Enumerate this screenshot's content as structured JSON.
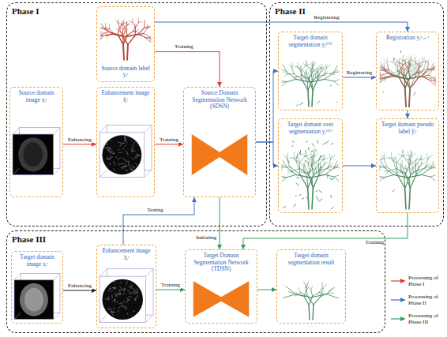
{
  "diagram": {
    "nodes": [
      {
        "text": [
          "Phase I"
        ]
      },
      {
        "text": [
          "Phase II"
        ]
      },
      {
        "text": [
          "Phase III"
        ]
      },
      {
        "text": [
          "Source domain label yᵢˢ"
        ],
        "in": 0
      },
      {
        "text": [
          "Source domain image xᵢˢ"
        ],
        "in": 0
      },
      {
        "text": [
          "Enhancement image x̃ᵢˢ"
        ],
        "in": 0
      },
      {
        "text": [
          "Source Domain Segmentation Network (SDSN)"
        ],
        "in": 0
      },
      {
        "text": [
          "Target domain segmentation yᵢᵗ⁽⁰⁾"
        ],
        "in": 1
      },
      {
        "text": [
          "Registration yᵢˢ→ᵗ"
        ],
        "in": 1
      },
      {
        "text": [
          "Target domain over segmentation yᵢᵗ⁽¹⁾"
        ],
        "in": 1
      },
      {
        "text": [
          "Target domain pseudo label ŷᵢᵗ"
        ],
        "in": 1
      },
      {
        "text": [
          "Target domain image xᵢᵗ"
        ],
        "in": 2
      },
      {
        "text": [
          "Enhancement image x̃ᵢᵗ"
        ],
        "in": 2
      },
      {
        "text": [
          "Target Domain Segmentation Network (TDSN)"
        ],
        "in": 2
      },
      {
        "text": [
          "Target domain segmentation result"
        ],
        "in": 2
      }
    ],
    "edges": [
      {
        "from": 4,
        "to": 5,
        "label": "Enhancing",
        "arrow": "to"
      },
      {
        "from": 5,
        "to": 6,
        "label": "Training",
        "arrow": "to"
      },
      {
        "from": 3,
        "to": 6,
        "label": "Training",
        "arrow": "to"
      },
      {
        "from": 3,
        "to": 8,
        "label": "Registering",
        "arrow": "to"
      },
      {
        "from": 6,
        "to": 7,
        "arrow": "to"
      },
      {
        "from": 6,
        "to": 9,
        "arrow": "to"
      },
      {
        "from": 7,
        "to": 8,
        "label": "Registering",
        "arrow": "to"
      },
      {
        "from": 8,
        "to": 10,
        "arrow": "to"
      },
      {
        "from": 9,
        "to": 10,
        "arrow": "to"
      },
      {
        "from": 6,
        "to": 13,
        "label": "Initiating",
        "arrow": "to"
      },
      {
        "from": 10,
        "to": 13,
        "label": "Training",
        "arrow": "to"
      },
      {
        "from": 11,
        "to": 12,
        "label": "Enhancing",
        "arrow": "to"
      },
      {
        "from": 12,
        "to": 13,
        "label": "Training",
        "arrow": "to"
      },
      {
        "from": 13,
        "to": 14,
        "arrow": "to"
      },
      {
        "from": 12,
        "to": 6,
        "label": "Testing",
        "arrow": "to"
      }
    ],
    "legend": [
      {
        "text": "Processing of Phase I",
        "color": "#e0392b"
      },
      {
        "text": "Processing of Phase II",
        "color": "#3a6fc6"
      },
      {
        "text": "Processing of Phase III",
        "color": "#2e9e57"
      }
    ]
  }
}
